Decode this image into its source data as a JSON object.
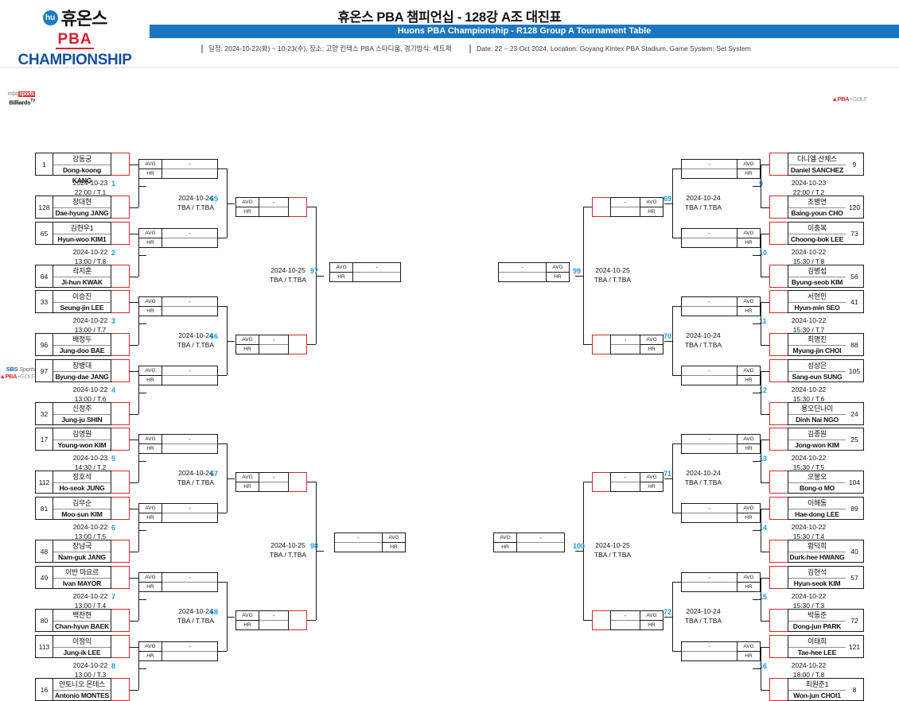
{
  "header": {
    "logo": {
      "hu_mark": "hu",
      "huons_ko": "휴온스",
      "pba": "PBA",
      "championship": "CHAMPIONSHIP"
    },
    "title_ko": "휴온스 PBA 챔피언십 - 128강 A조 대진표",
    "title_en": "Huons PBA Championship - R128 Group A Tournament Table",
    "meta_ko": "일정: 2024-10-22(화) ~ 10-23(수), 장소: 고양 킨텍스 PBA 스타디움, 경기방식: 세트제",
    "meta_en": "Date: 22 ~ 23 Oct 2024, Location: Goyang Kintex PBA Stadium, Game System: Set System"
  },
  "labels": {
    "avg": "AVG",
    "hr": "HR",
    "dash": "-",
    "tba": "TBA / T.TBA"
  },
  "broadcasters": {
    "mbc_a": "mbc",
    "mbc_b": "sports",
    "billiards": "Billiards",
    "billiards_sup": "TV",
    "sbs_a": "SBS",
    "sbs_b": "Sports",
    "pba_a": "PBA",
    "pba_b": "+GOLF"
  },
  "r128_left": [
    {
      "num": "1",
      "date": "2024-10-23",
      "time": "22:00 / T.1",
      "top": {
        "seed": "1",
        "ko": "강동궁",
        "en": "Dong-koong KANG"
      },
      "bot": {
        "seed": "128",
        "ko": "장대현",
        "en": "Dae-hyung JANG"
      }
    },
    {
      "num": "2",
      "date": "2024-10-22",
      "time": "13:00 / T.8",
      "top": {
        "seed": "65",
        "ko": "김현우1",
        "en": "Hyun-woo KIM1"
      },
      "bot": {
        "seed": "64",
        "ko": "곽지훈",
        "en": "Ji-hun KWAK"
      }
    },
    {
      "num": "3",
      "date": "2024-10-22",
      "time": "13:00 / T.7",
      "top": {
        "seed": "33",
        "ko": "이승진",
        "en": "Seung-jin LEE"
      },
      "bot": {
        "seed": "96",
        "ko": "배정두",
        "en": "Jung-doo BAE"
      }
    },
    {
      "num": "4",
      "date": "2024-10-22",
      "time": "13:00 / T.6",
      "top": {
        "seed": "97",
        "ko": "장병대",
        "en": "Byung-dae JANG"
      },
      "bot": {
        "seed": "32",
        "ko": "신정주",
        "en": "Jung-ju SHIN"
      }
    },
    {
      "num": "5",
      "date": "2024-10-23",
      "time": "14:30 / T.2",
      "top": {
        "seed": "17",
        "ko": "김영원",
        "en": "Young-won KIM"
      },
      "bot": {
        "seed": "112",
        "ko": "정호석",
        "en": "Ho-seok JUNG"
      }
    },
    {
      "num": "6",
      "date": "2024-10-22",
      "time": "13:00 / T.5",
      "top": {
        "seed": "81",
        "ko": "김무순",
        "en": "Moo-sun KIM"
      },
      "bot": {
        "seed": "48",
        "ko": "장남국",
        "en": "Nam-guk JANG"
      }
    },
    {
      "num": "7",
      "date": "2024-10-22",
      "time": "13:00 / T.4",
      "top": {
        "seed": "49",
        "ko": "이반 마요르",
        "en": "Ivan MAYOR"
      },
      "bot": {
        "seed": "80",
        "ko": "백찬현",
        "en": "Chan-hyun BAEK"
      }
    },
    {
      "num": "8",
      "date": "2024-10-22",
      "time": "13:00 / T.3",
      "top": {
        "seed": "113",
        "ko": "이정익",
        "en": "Jung-ik LEE"
      },
      "bot": {
        "seed": "16",
        "ko": "안토니오 몬테스",
        "en": "Antonio MONTES"
      }
    }
  ],
  "r128_right": [
    {
      "num": "9",
      "date": "2024-10-23",
      "time": "22:00 / T.2",
      "top": {
        "seed": "9",
        "ko": "다니엘 산체스",
        "en": "Daniel SANCHEZ"
      },
      "bot": {
        "seed": "120",
        "ko": "조병연",
        "en": "Baing-youn CHO"
      }
    },
    {
      "num": "10",
      "date": "2024-10-22",
      "time": "15:30 / T.8",
      "top": {
        "seed": "73",
        "ko": "이충복",
        "en": "Choong-bok LEE"
      },
      "bot": {
        "seed": "56",
        "ko": "김병섭",
        "en": "Byung-seob KIM"
      }
    },
    {
      "num": "11",
      "date": "2024-10-22",
      "time": "15:30 / T.7",
      "top": {
        "seed": "41",
        "ko": "서현민",
        "en": "Hyun-min SEO"
      },
      "bot": {
        "seed": "88",
        "ko": "최명진",
        "en": "Myung-jin CHOI"
      }
    },
    {
      "num": "12",
      "date": "2024-10-22",
      "time": "15:30 / T.6",
      "top": {
        "seed": "105",
        "ko": "성상은",
        "en": "Sang-eun SUNG"
      },
      "bot": {
        "seed": "24",
        "ko": "용오딘나이",
        "en": "Dinh Nai NGO"
      }
    },
    {
      "num": "13",
      "date": "2024-10-22",
      "time": "15:30 / T.5",
      "top": {
        "seed": "25",
        "ko": "김종원",
        "en": "Jong-won KIM"
      },
      "bot": {
        "seed": "104",
        "ko": "오봉오",
        "en": "Bong-o MO"
      }
    },
    {
      "num": "14",
      "date": "2024-10-22",
      "time": "15:30 / T.4",
      "top": {
        "seed": "89",
        "ko": "이해동",
        "en": "Hae-dong LEE"
      },
      "bot": {
        "seed": "40",
        "ko": "황덕희",
        "en": "Durk-hee HWANG"
      }
    },
    {
      "num": "15",
      "date": "2024-10-22",
      "time": "15:30 / T.3",
      "top": {
        "seed": "57",
        "ko": "김현석",
        "en": "Hyun-seok KIM"
      },
      "bot": {
        "seed": "72",
        "ko": "박동준",
        "en": "Dong-jun PARK"
      }
    },
    {
      "num": "16",
      "date": "2024-10-22",
      "time": "18:00 / T.8",
      "top": {
        "seed": "121",
        "ko": "이태희",
        "en": "Tae-hee LEE"
      },
      "bot": {
        "seed": "8",
        "ko": "최원준1",
        "en": "Won-jun CHOI1"
      }
    }
  ],
  "r64_left": [
    {
      "num": "65",
      "date": "2024-10-24",
      "time": "TBA / T.TBA"
    },
    {
      "num": "66",
      "date": "2024-10-24",
      "time": "TBA / T.TBA"
    },
    {
      "num": "67",
      "date": "2024-10-24",
      "time": "TBA / T.TBA"
    },
    {
      "num": "68",
      "date": "2024-10-24",
      "time": "TBA / T.TBA"
    }
  ],
  "r64_right": [
    {
      "num": "69",
      "date": "2024-10-24",
      "time": "TBA / T.TBA"
    },
    {
      "num": "70",
      "date": "2024-10-24",
      "time": "TBA / T.TBA"
    },
    {
      "num": "71",
      "date": "2024-10-24",
      "time": "TBA / T.TBA"
    },
    {
      "num": "72",
      "date": "2024-10-24",
      "time": "TBA / T.TBA"
    }
  ],
  "r32_left": [
    {
      "num": "97",
      "date": "2024-10-25",
      "time": "TBA / T.TBA"
    },
    {
      "num": "98",
      "date": "2024-10-25",
      "time": "TBA / T.TBA"
    }
  ],
  "r32_right": [
    {
      "num": "99",
      "date": "2024-10-25",
      "time": "TBA / T.TBA"
    },
    {
      "num": "100",
      "date": "2024-10-25",
      "time": "TBA / T.TBA"
    }
  ]
}
